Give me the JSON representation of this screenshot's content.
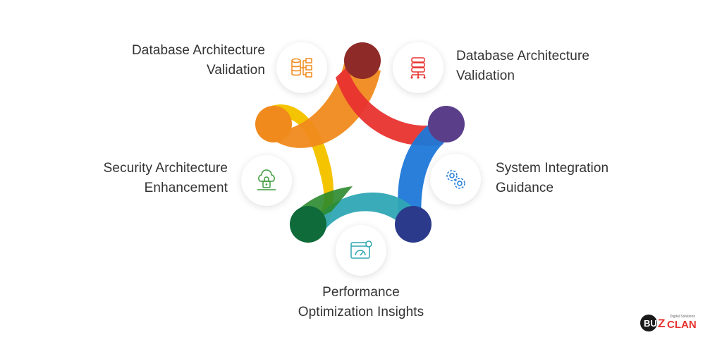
{
  "items": [
    {
      "line1": "Database Architecture",
      "line2": "Validation",
      "icon": "database-flow-icon",
      "color": "#f08a1c"
    },
    {
      "line1": "Database Architecture",
      "line2": "Validation",
      "icon": "database-server-icon",
      "color": "#e8332f"
    },
    {
      "line1": "System Integration",
      "line2": "Guidance",
      "icon": "gears-icon",
      "color": "#1e78d8"
    },
    {
      "line1": "Performance",
      "line2": "Optimization Insights",
      "icon": "speedometer-icon",
      "color": "#2fa6b4"
    },
    {
      "line1": "Security Architecture",
      "line2": "Enhancement",
      "icon": "cloud-lock-icon",
      "color": "#f5c400"
    }
  ],
  "logo": {
    "word1": "BU",
    "word2": "Z",
    "word3": "CLAN",
    "tagline": "Digital Solutions"
  }
}
